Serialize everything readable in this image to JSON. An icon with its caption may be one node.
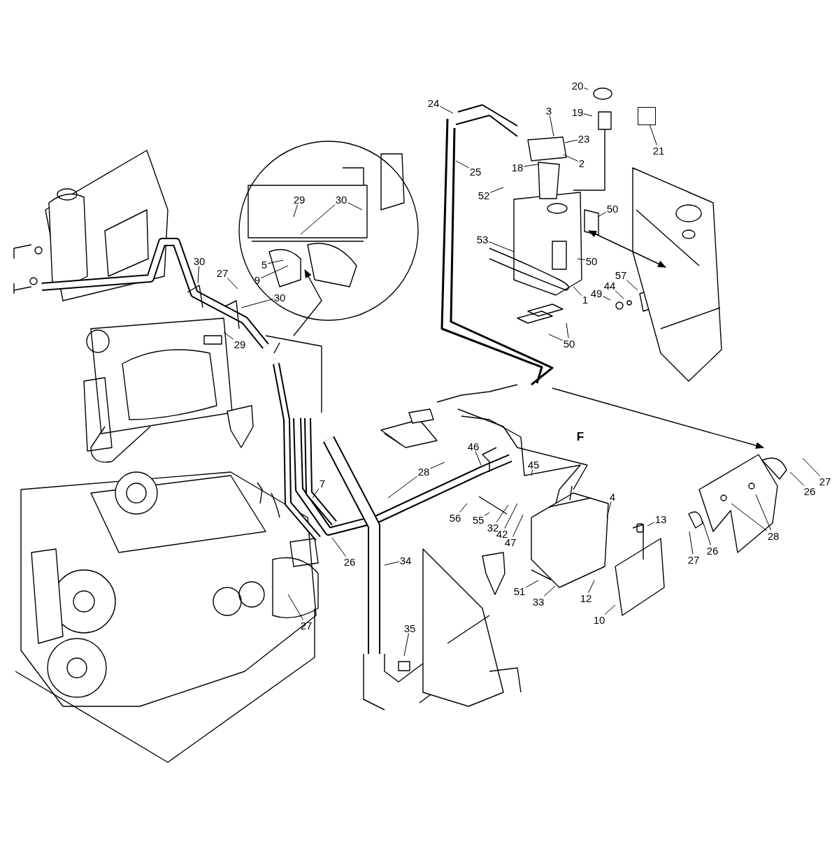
{
  "diagram": {
    "nodes": [
      {
        "text": [
          "3"
        ]
      },
      {
        "text": [
          "20"
        ]
      },
      {
        "text": [
          "19"
        ]
      },
      {
        "text": [
          "24"
        ]
      },
      {
        "text": [
          "23"
        ]
      },
      {
        "text": [
          "2"
        ]
      },
      {
        "text": [
          "18"
        ]
      },
      {
        "text": [
          "25"
        ]
      },
      {
        "text": [
          "52"
        ]
      },
      {
        "text": [],
        "shape": "box"
      },
      {
        "text": [
          "21"
        ]
      },
      {
        "text": [
          "29"
        ]
      },
      {
        "text": [
          "30"
        ]
      },
      {
        "text": [
          "5"
        ]
      },
      {
        "text": [
          "9"
        ]
      },
      {
        "text": [
          "30"
        ]
      },
      {
        "text": [
          "27"
        ]
      },
      {
        "text": [
          "30"
        ]
      },
      {
        "text": [
          "29"
        ]
      },
      {
        "text": [
          "53"
        ]
      },
      {
        "text": [
          "50"
        ]
      },
      {
        "text": [
          "50"
        ]
      },
      {
        "text": [
          "1"
        ]
      },
      {
        "text": [
          "50"
        ]
      },
      {
        "text": [
          "57"
        ]
      },
      {
        "text": [
          "44"
        ]
      },
      {
        "text": [
          "49"
        ]
      },
      {
        "text": [
          "28"
        ]
      },
      {
        "text": [
          "46"
        ]
      },
      {
        "text": [
          "45"
        ]
      },
      {
        "text": [
          "7"
        ]
      },
      {
        "text": [
          "56"
        ]
      },
      {
        "text": [
          "55"
        ]
      },
      {
        "text": [
          "32"
        ]
      },
      {
        "text": [
          "42"
        ]
      },
      {
        "text": [
          "47"
        ]
      },
      {
        "text": [
          "26"
        ]
      },
      {
        "text": [
          "34"
        ]
      },
      {
        "text": [
          "27"
        ]
      },
      {
        "text": [
          "4"
        ]
      },
      {
        "text": [
          "13"
        ]
      },
      {
        "text": [
          "51"
        ]
      },
      {
        "text": [
          "33"
        ]
      },
      {
        "text": [
          "12"
        ]
      },
      {
        "text": [
          "10"
        ]
      },
      {
        "text": [
          "35"
        ]
      },
      {
        "text": [
          "27"
        ]
      },
      {
        "text": [
          "26"
        ]
      },
      {
        "text": [
          "28"
        ]
      },
      {
        "text": [
          "27"
        ]
      },
      {
        "text": [
          "26"
        ]
      }
    ],
    "edges": [
      {
        "from": 0,
        "to": null,
        "arrow": "none"
      },
      {
        "from": 1,
        "to": null,
        "arrow": "none"
      },
      {
        "from": 2,
        "to": null,
        "arrow": "none"
      },
      {
        "from": 3,
        "to": null,
        "arrow": "none"
      },
      {
        "from": 4,
        "to": null,
        "arrow": "none"
      },
      {
        "from": 5,
        "to": null,
        "arrow": "none"
      },
      {
        "from": 6,
        "to": null,
        "arrow": "none"
      },
      {
        "from": 7,
        "to": null,
        "arrow": "none"
      },
      {
        "from": 8,
        "to": null,
        "arrow": "none"
      },
      {
        "from": 10,
        "to": 9,
        "arrow": "none"
      },
      {
        "from": 11,
        "to": null,
        "arrow": "none"
      },
      {
        "from": 12,
        "to": null,
        "arrow": "none"
      },
      {
        "from": 12,
        "to": null,
        "arrow": "none"
      },
      {
        "from": 13,
        "to": null,
        "arrow": "none"
      },
      {
        "from": 14,
        "to": null,
        "arrow": "none"
      },
      {
        "from": 15,
        "to": null,
        "arrow": "none"
      },
      {
        "from": 16,
        "to": null,
        "arrow": "none"
      },
      {
        "from": 17,
        "to": null,
        "arrow": "none"
      },
      {
        "from": 18,
        "to": null,
        "arrow": "none"
      },
      {
        "from": 19,
        "to": null,
        "arrow": "none"
      },
      {
        "from": 20,
        "to": null,
        "arrow": "none"
      },
      {
        "from": 21,
        "to": null,
        "arrow": "none"
      },
      {
        "from": 22,
        "to": null,
        "arrow": "none"
      },
      {
        "from": 23,
        "to": null,
        "arrow": "none"
      },
      {
        "from": 23,
        "to": null,
        "arrow": "none"
      },
      {
        "from": 24,
        "to": null,
        "arrow": "none"
      },
      {
        "from": 25,
        "to": null,
        "arrow": "none"
      },
      {
        "from": 26,
        "to": null,
        "arrow": "none"
      },
      {
        "from": 27,
        "to": null,
        "arrow": "none"
      },
      {
        "from": 27,
        "to": null,
        "arrow": "none"
      },
      {
        "from": 28,
        "to": null,
        "arrow": "none"
      },
      {
        "from": 29,
        "to": null,
        "arrow": "none"
      },
      {
        "from": 30,
        "to": null,
        "arrow": "none"
      },
      {
        "from": 31,
        "to": null,
        "arrow": "none"
      },
      {
        "from": 32,
        "to": null,
        "arrow": "none"
      },
      {
        "from": 33,
        "to": null,
        "arrow": "none"
      },
      {
        "from": 34,
        "to": null,
        "arrow": "none"
      },
      {
        "from": 35,
        "to": null,
        "arrow": "none"
      },
      {
        "from": 36,
        "to": null,
        "arrow": "none"
      },
      {
        "from": 37,
        "to": null,
        "arrow": "none"
      },
      {
        "from": 38,
        "to": null,
        "arrow": "none"
      },
      {
        "from": 39,
        "to": null,
        "arrow": "none"
      },
      {
        "from": 40,
        "to": null,
        "arrow": "none"
      },
      {
        "from": 41,
        "to": null,
        "arrow": "none"
      },
      {
        "from": 42,
        "to": null,
        "arrow": "none"
      },
      {
        "from": 43,
        "to": null,
        "arrow": "none"
      },
      {
        "from": 44,
        "to": null,
        "arrow": "none"
      },
      {
        "from": 45,
        "to": null,
        "arrow": "none"
      },
      {
        "from": 46,
        "to": null,
        "arrow": "none"
      },
      {
        "from": 47,
        "to": null,
        "arrow": "none"
      },
      {
        "from": 48,
        "to": null,
        "arrow": "none"
      },
      {
        "from": 48,
        "to": null,
        "arrow": "none"
      },
      {
        "from": 49,
        "to": null,
        "arrow": "none"
      },
      {
        "from": 50,
        "to": null,
        "arrow": "none"
      }
    ],
    "labels": [
      "F"
    ]
  }
}
